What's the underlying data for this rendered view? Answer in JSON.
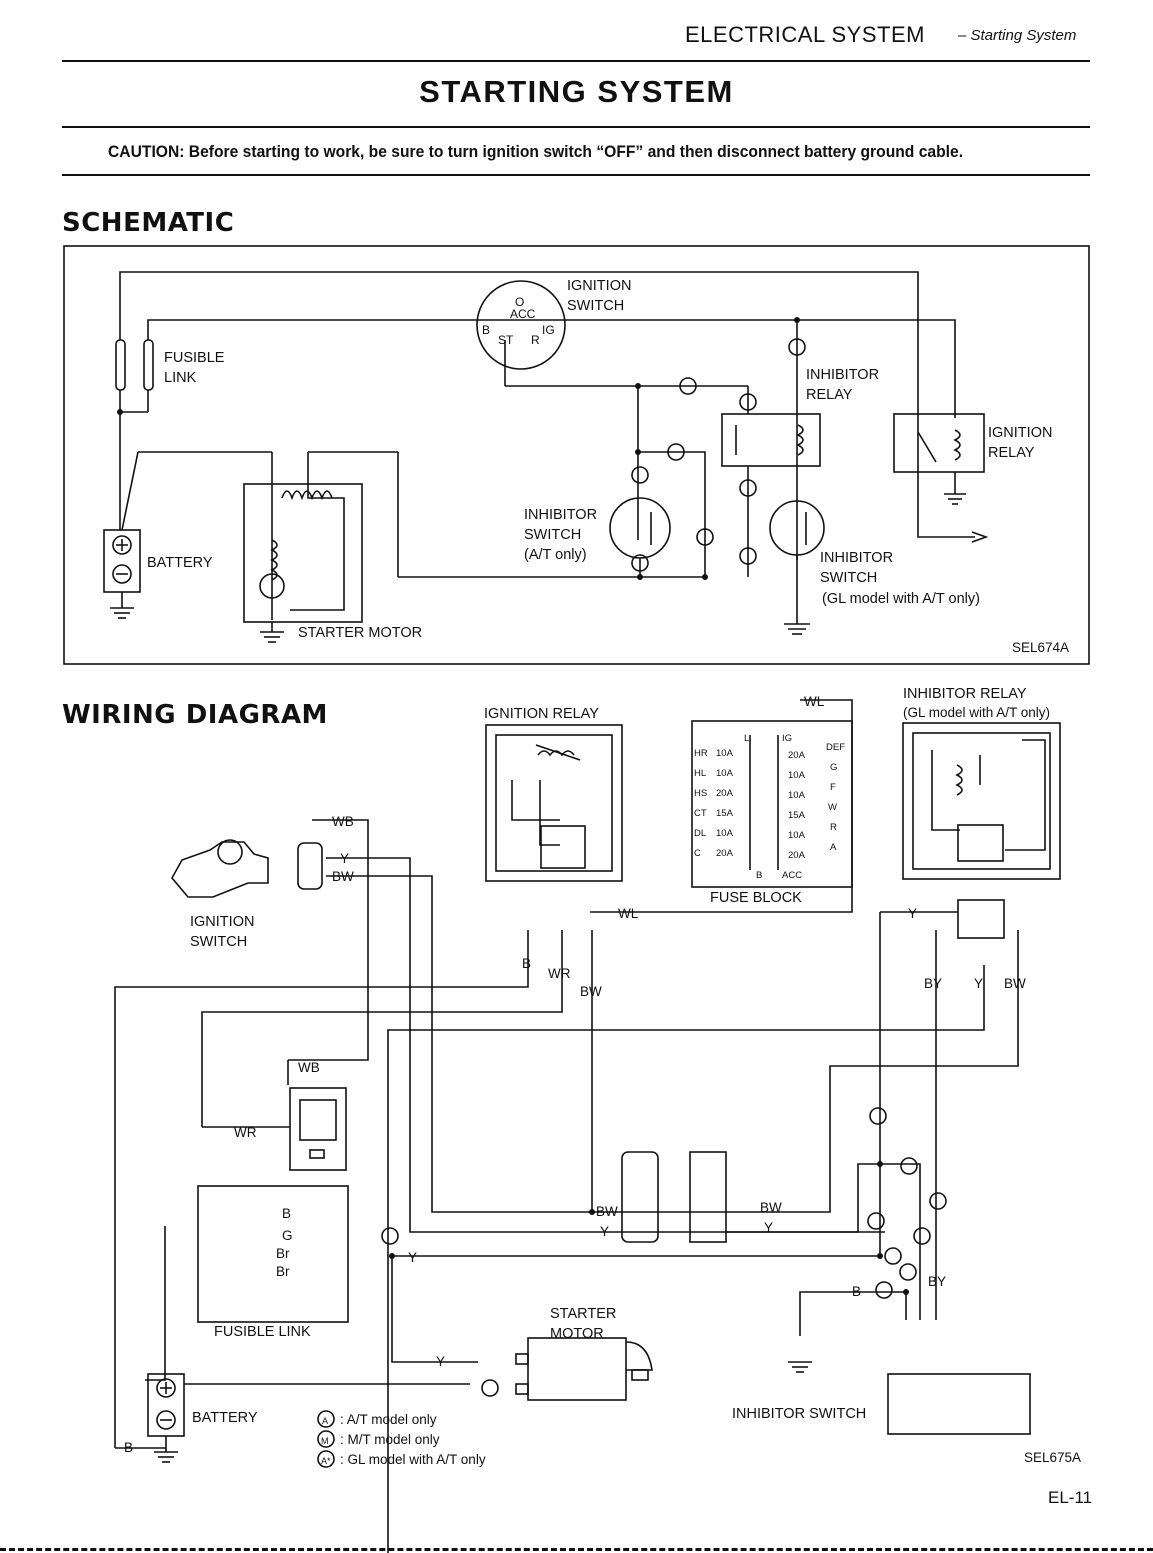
{
  "header": {
    "section": "ELECTRICAL SYSTEM",
    "subsection": "– Starting System"
  },
  "page_title": "STARTING SYSTEM",
  "caution": "CAUTION:  Before starting to work, be sure to turn ignition switch “OFF” and then disconnect battery ground cable.",
  "schematic": {
    "heading": "SCHEMATIC",
    "labels": {
      "ignition_switch": [
        "IGNITION",
        "SWITCH"
      ],
      "fusible_link": [
        "FUSIBLE",
        "LINK"
      ],
      "battery": "BATTERY",
      "starter_motor": "STARTER MOTOR",
      "inhibitor_relay": [
        "INHIBITOR",
        "RELAY"
      ],
      "ignition_relay": [
        "IGNITION",
        "RELAY"
      ],
      "inhibitor_switch_at": [
        "INHIBITOR",
        "SWITCH",
        "(A/T only)"
      ],
      "inhibitor_switch_gl": [
        "INHIBITOR",
        "SWITCH",
        "(GL model with A/T only)"
      ],
      "switch_terminals": [
        "O",
        "ACC",
        "B",
        "IG",
        "ST",
        "R"
      ]
    },
    "ref": "SEL674A"
  },
  "wiring": {
    "heading": "WIRING DIAGRAM",
    "labels": {
      "ignition_relay": "IGNITION RELAY",
      "fuse_block": "FUSE BLOCK",
      "inhibitor_relay": [
        "INHIBITOR RELAY",
        "(GL model with A/T only)"
      ],
      "ignition_switch": [
        "IGNITION",
        "SWITCH"
      ],
      "fusible_link": "FUSIBLE LINK",
      "battery": "BATTERY",
      "starter_motor": [
        "STARTER",
        "MOTOR"
      ],
      "inhibitor_switch": "INHIBITOR SWITCH"
    },
    "fuse_left": [
      [
        "HR",
        "10A"
      ],
      [
        "HL",
        "10A"
      ],
      [
        "HS",
        "20A"
      ],
      [
        "CT",
        "15A"
      ],
      [
        "DL",
        "10A"
      ],
      [
        "C",
        "20A"
      ]
    ],
    "fuse_right": [
      [
        "DEF",
        "20A"
      ],
      [
        "G",
        "10A"
      ],
      [
        "F",
        "10A"
      ],
      [
        "W",
        "15A"
      ],
      [
        "R",
        "10A"
      ],
      [
        "A",
        "20A"
      ]
    ],
    "fuse_top": [
      "L",
      "IG"
    ],
    "fuse_bottom": [
      "B",
      "ACC"
    ],
    "wire_codes": [
      "WB",
      "Y",
      "BW",
      "WL",
      "B",
      "WR",
      "BY",
      "G",
      "Br"
    ],
    "legend": [
      {
        "mark": "A",
        "text": ": A/T model only"
      },
      {
        "mark": "M",
        "text": ": M/T model only"
      },
      {
        "mark": "A*",
        "text": ": GL model with A/T only"
      }
    ],
    "ref": "SEL675A"
  },
  "page_number": "EL-11"
}
